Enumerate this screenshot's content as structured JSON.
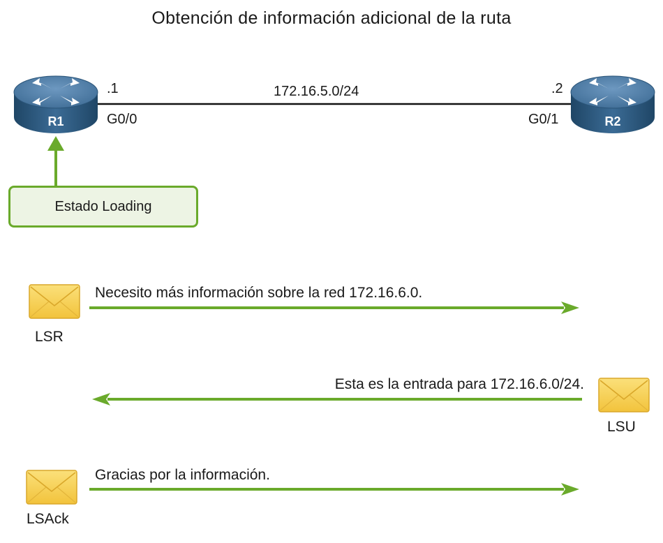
{
  "diagram": {
    "title": "Obtención de información adicional de la ruta",
    "network": "172.16.5.0/24",
    "routers": [
      {
        "name": "R1",
        "host": ".1",
        "interface": "G0/0"
      },
      {
        "name": "R2",
        "host": ".2",
        "interface": "G0/1"
      }
    ],
    "state_label": "Estado Loading",
    "messages": [
      {
        "type": "LSR",
        "text": "Necesito más información sobre la red 172.16.6.0.",
        "direction": "R1 to R2"
      },
      {
        "type": "LSU",
        "text": "Esta es la entrada para 172.16.6.0/24.",
        "direction": "R2 to R1"
      },
      {
        "type": "LSAck",
        "text": "Gracias por la información.",
        "direction": "R1 to R2"
      }
    ],
    "colors": {
      "arrow": "#6aaa2b",
      "router": "#3d6a93",
      "envelope": "#f5cc4a"
    }
  }
}
